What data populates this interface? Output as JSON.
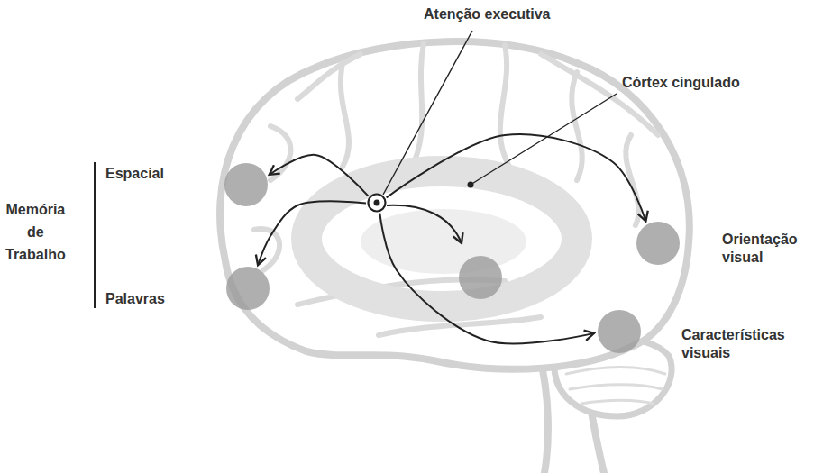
{
  "diagram": {
    "nodes": [
      {
        "text": [
          "Atenção executiva"
        ]
      },
      {
        "text": [
          "Espacial"
        ]
      },
      {
        "text": [
          "Palavras"
        ]
      },
      {
        "text": [
          "Orientação visual"
        ]
      },
      {
        "text": [
          "Características visuais"
        ]
      }
    ],
    "edges": [
      {
        "from": 0,
        "to": 1,
        "arrow": "to"
      },
      {
        "from": 0,
        "to": 2,
        "arrow": "to"
      },
      {
        "from": 0,
        "to": 3,
        "arrow": "to"
      },
      {
        "from": 0,
        "to": 4,
        "arrow": "to"
      }
    ],
    "labels": [
      "Memória de Trabalho",
      "Córtex cingulado"
    ]
  }
}
